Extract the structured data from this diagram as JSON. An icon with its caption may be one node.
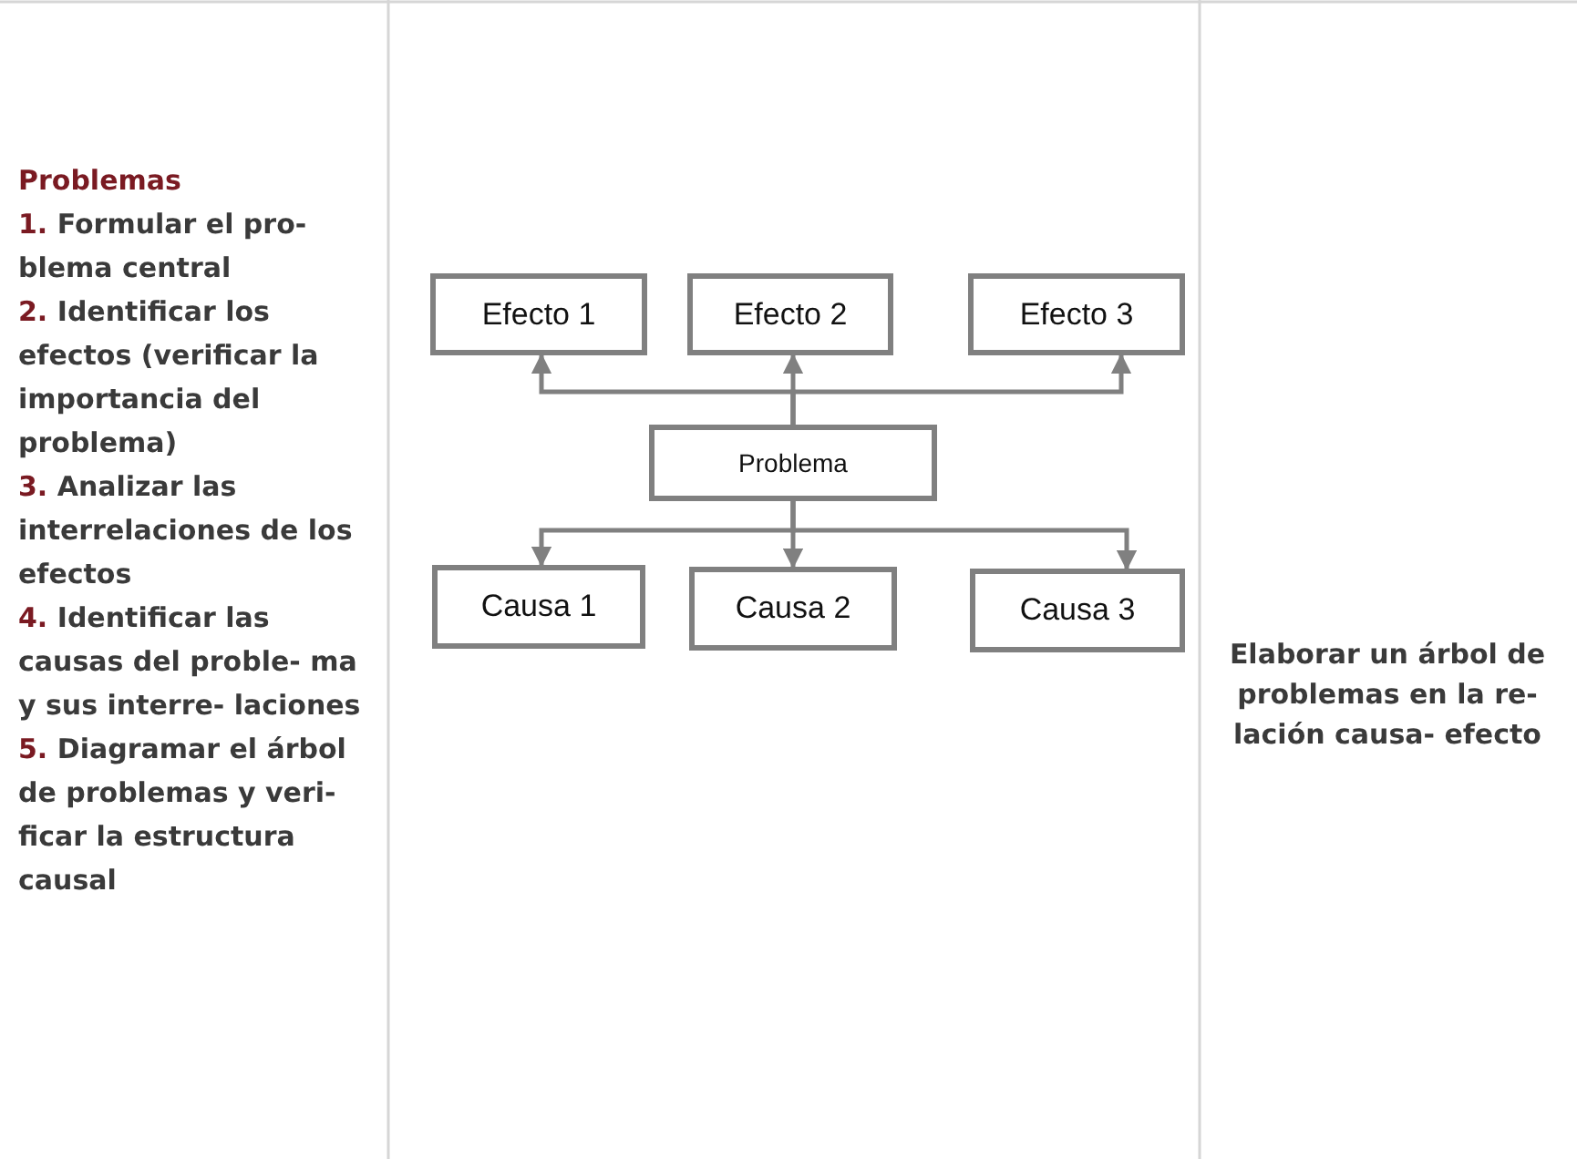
{
  "diagram": {
    "nodes": [
      {
        "text": [
          "Efecto 1"
        ]
      },
      {
        "text": [
          "Efecto 2"
        ]
      },
      {
        "text": [
          "Efecto 3"
        ]
      },
      {
        "text": [
          "Problema"
        ]
      },
      {
        "text": [
          "Causa 1"
        ]
      },
      {
        "text": [
          "Causa 2"
        ]
      },
      {
        "text": [
          "Causa 3"
        ]
      }
    ],
    "edges": [
      {
        "from": 3,
        "to": 0,
        "arrow": "to"
      },
      {
        "from": 3,
        "to": 1,
        "arrow": "to"
      },
      {
        "from": 3,
        "to": 2,
        "arrow": "to"
      },
      {
        "from": 3,
        "to": 4,
        "arrow": "to"
      },
      {
        "from": 3,
        "to": 5,
        "arrow": "to"
      },
      {
        "from": 3,
        "to": 6,
        "arrow": "to"
      }
    ],
    "labels": [
      "Problemas",
      "1. Formular el pro- blema central",
      "2. Identificar los efectos (verificar la importancia del problema)",
      "3. Analizar las interrelaciones de los efectos",
      "4. Identificar las causas del proble- ma y sus interre- laciones",
      "5. Diagramar el árbol de problemas y veri- ficar la estructura causal",
      "Elaborar un árbol de problemas en la re- lación causa- efecto"
    ]
  }
}
